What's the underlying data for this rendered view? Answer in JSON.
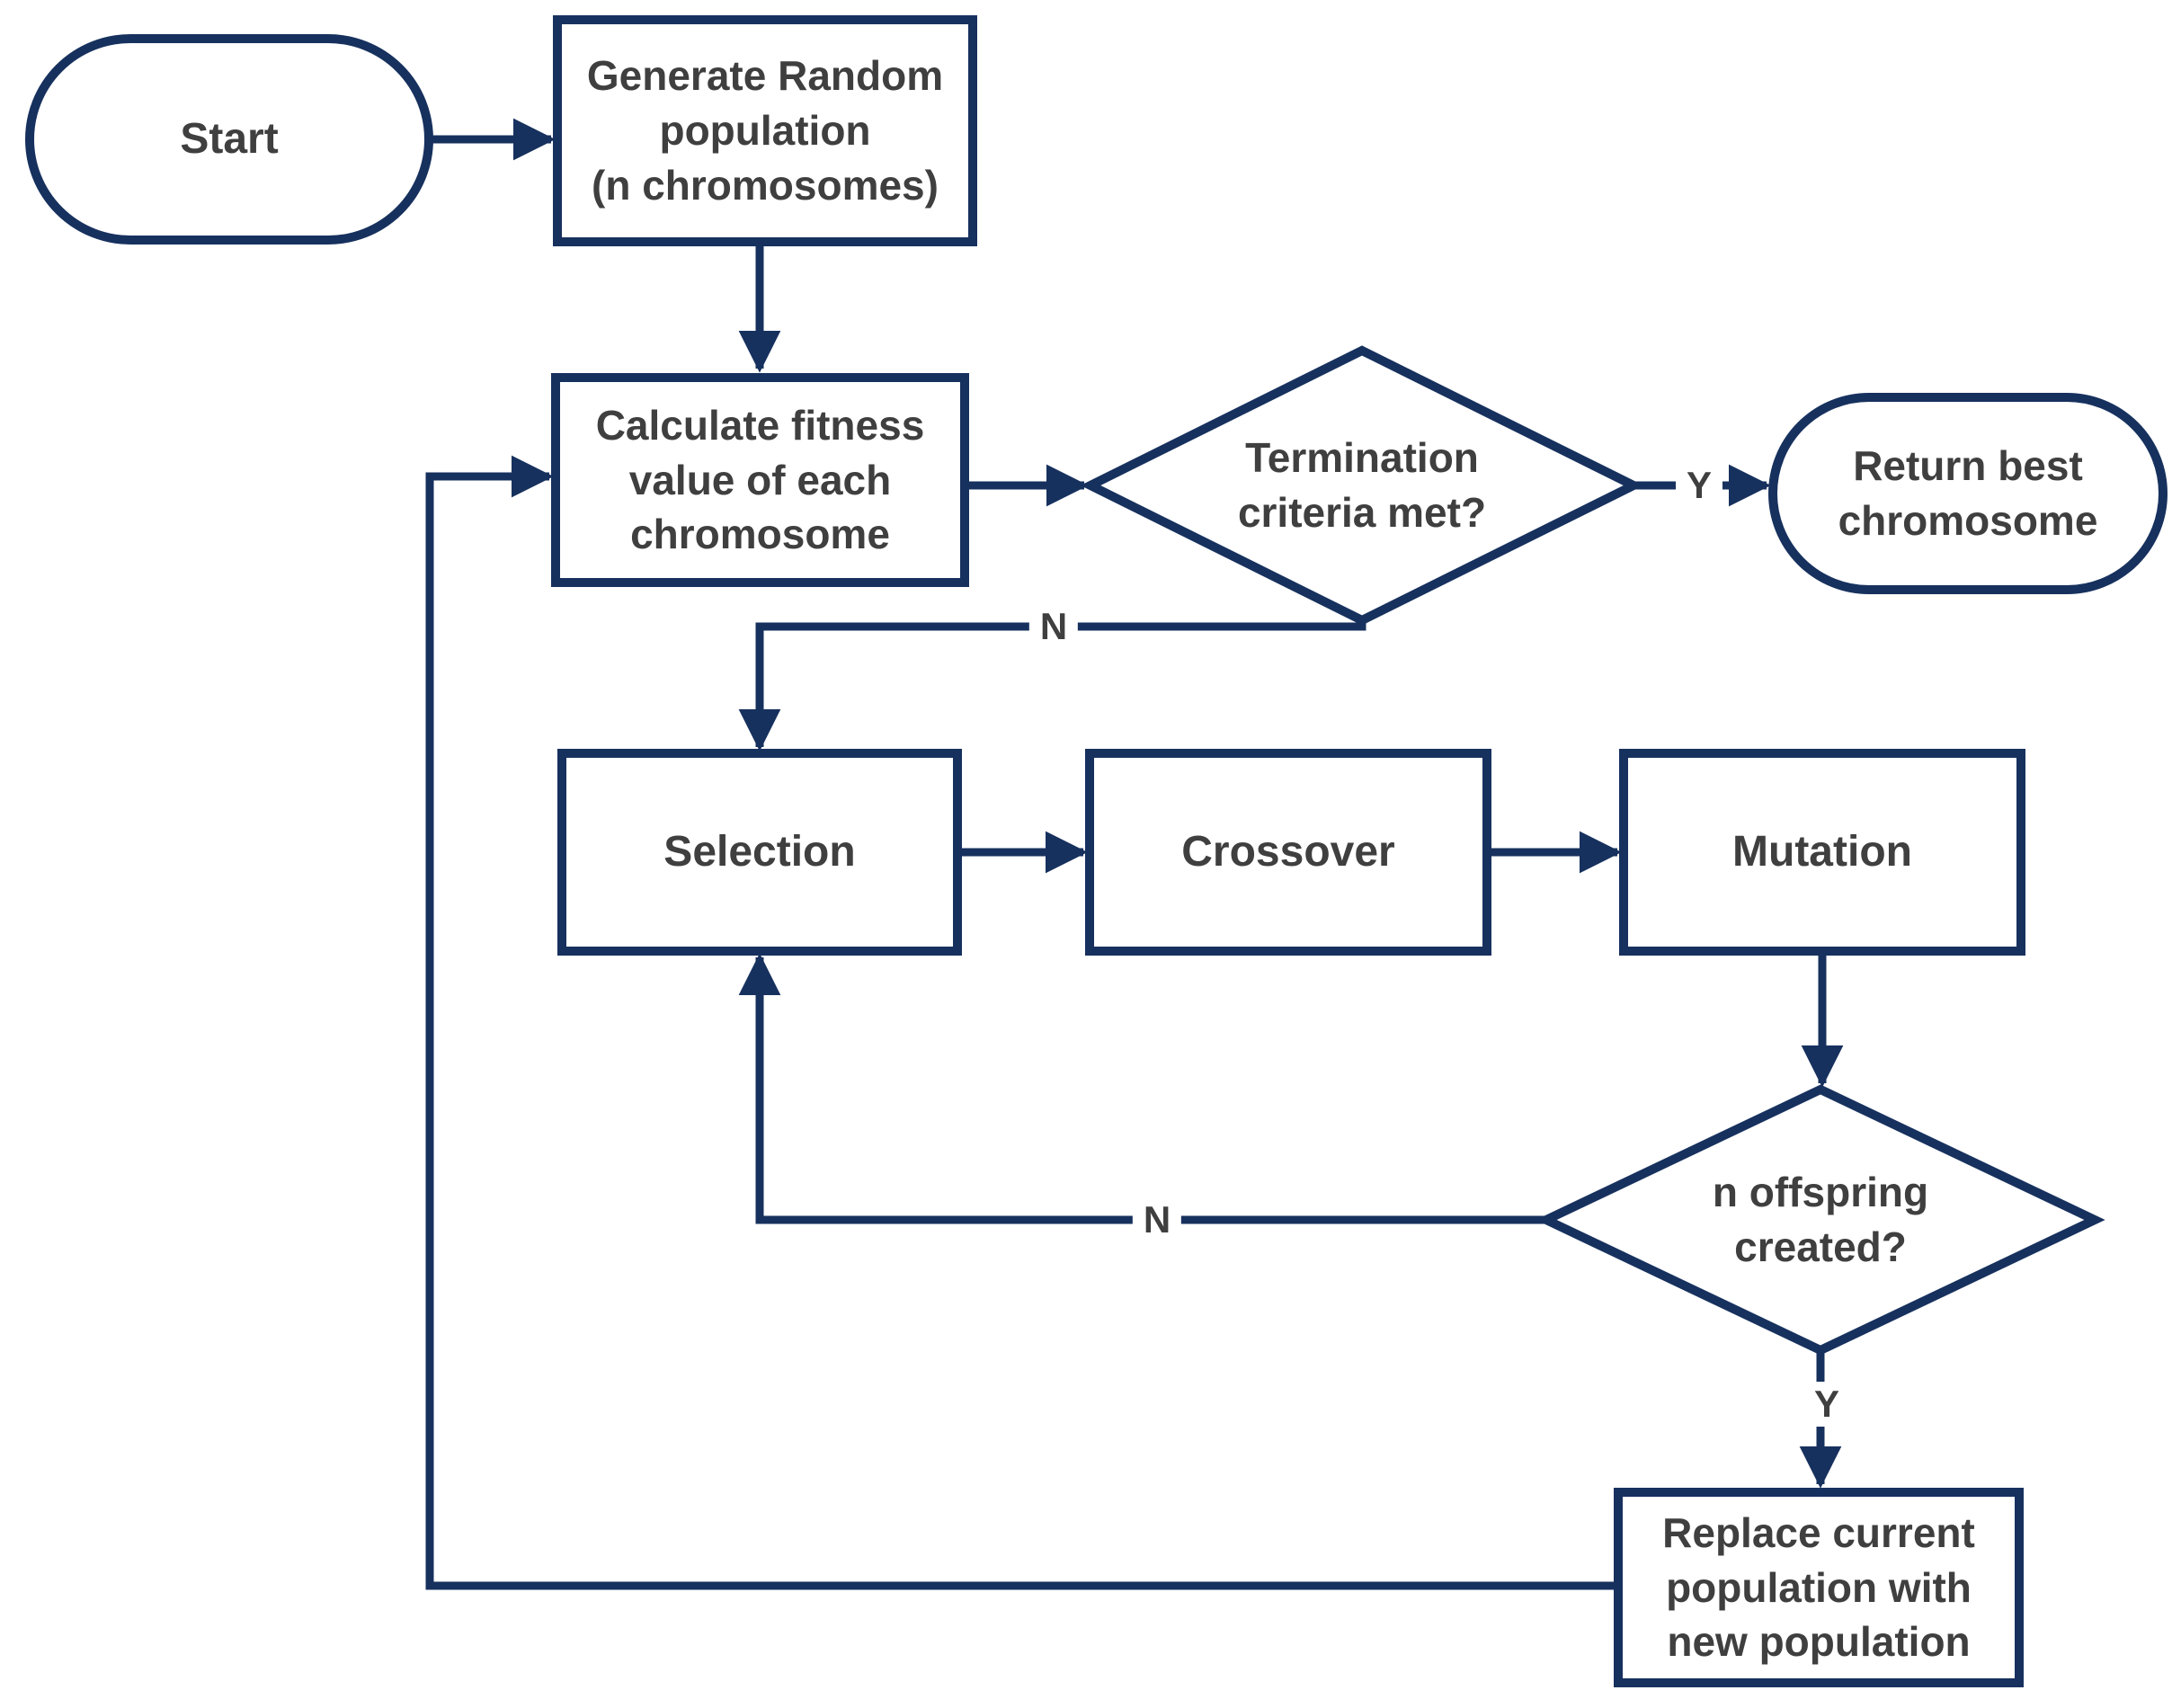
{
  "colors": {
    "shape_stroke": "#17315e",
    "label_text": "#3f3f3f",
    "background": "#ffffff"
  },
  "nodes": {
    "start": {
      "type": "terminator",
      "label": "Start"
    },
    "generate": {
      "type": "process",
      "label": "Generate Random\npopulation\n(n chromosomes)"
    },
    "calculate": {
      "type": "process",
      "label": "Calculate fitness\nvalue of each\nchromosome"
    },
    "termination": {
      "type": "decision",
      "label": "Termination\ncriteria met?"
    },
    "return_best": {
      "type": "terminator",
      "label": "Return best\nchromosome"
    },
    "selection": {
      "type": "process",
      "label": "Selection"
    },
    "crossover": {
      "type": "process",
      "label": "Crossover"
    },
    "mutation": {
      "type": "process",
      "label": "Mutation"
    },
    "offspring": {
      "type": "decision",
      "label": "n offspring\ncreated?"
    },
    "replace": {
      "type": "process",
      "label": "Replace current\npopulation with\nnew population"
    }
  },
  "edge_labels": {
    "termination_yes": "Y",
    "termination_no": "N",
    "offspring_no": "N",
    "offspring_yes": "Y"
  }
}
